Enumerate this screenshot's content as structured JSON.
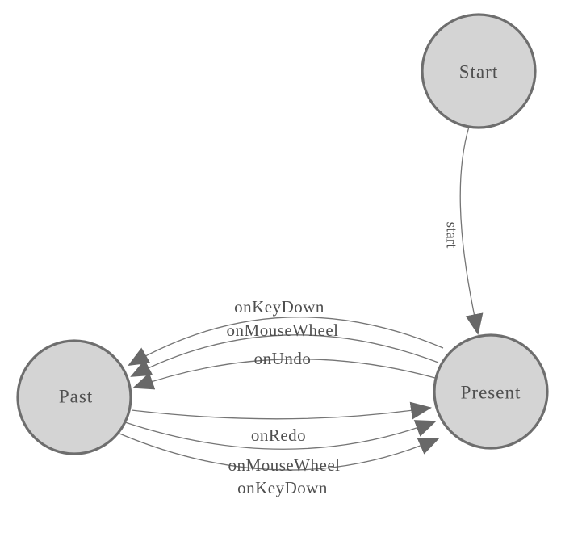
{
  "diagram": {
    "kind": "state-machine-diagram",
    "nodes": [
      {
        "id": "start",
        "label": "Start"
      },
      {
        "id": "past",
        "label": "Past"
      },
      {
        "id": "present",
        "label": "Present"
      }
    ],
    "edges": [
      {
        "from": "start",
        "to": "present",
        "label": "start"
      },
      {
        "from": "present",
        "to": "past",
        "label": "onKeyDown"
      },
      {
        "from": "present",
        "to": "past",
        "label": "onMouseWheel"
      },
      {
        "from": "present",
        "to": "past",
        "label": "onUndo"
      },
      {
        "from": "past",
        "to": "present",
        "label": "onRedo"
      },
      {
        "from": "past",
        "to": "present",
        "label": "onMouseWheel"
      },
      {
        "from": "past",
        "to": "present",
        "label": "onKeyDown"
      }
    ],
    "theme": {
      "background": "#ffffff",
      "node_fill": "#d4d4d4",
      "node_stroke": "#6e6e6e",
      "edge_stroke": "#757575",
      "arrow_fill": "#686868",
      "label_color": "#4f4f4f"
    }
  }
}
